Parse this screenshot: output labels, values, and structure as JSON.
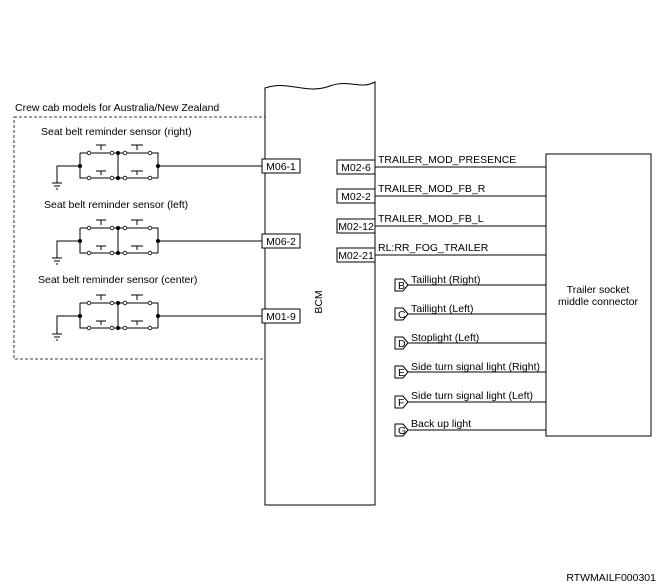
{
  "region_label": "Crew cab models for Australia/New Zealand",
  "sensors": [
    {
      "label": "Seat belt reminder sensor (right)",
      "connector": "M06-1"
    },
    {
      "label": "Seat belt reminder sensor (left)",
      "connector": "M06-2"
    },
    {
      "label": "Seat belt reminder sensor (center)",
      "connector": "M01-9"
    }
  ],
  "bcm_label": "BCM",
  "bcm_outputs": [
    {
      "pin": "M02-6",
      "signal": "TRAILER_MOD_PRESENCE"
    },
    {
      "pin": "M02-2",
      "signal": "TRAILER_MOD_FB_R"
    },
    {
      "pin": "M02-12",
      "signal": "TRAILER_MOD_FB_L"
    },
    {
      "pin": "M02-21",
      "signal": "RL:RR_FOG_TRAILER"
    }
  ],
  "trailer_lines": [
    {
      "tag": "B",
      "label": "Taillight (Right)"
    },
    {
      "tag": "C",
      "label": "Taillight (Left)"
    },
    {
      "tag": "D",
      "label": "Stoplight (Left)"
    },
    {
      "tag": "E",
      "label": "Side turn signal light (Right)"
    },
    {
      "tag": "F",
      "label": "Side turn signal light (Left)"
    },
    {
      "tag": "G",
      "label": "Back up light"
    }
  ],
  "socket_label": [
    "Trailer socket",
    "middle connector"
  ],
  "figure_code": "RTWMAILF000301"
}
